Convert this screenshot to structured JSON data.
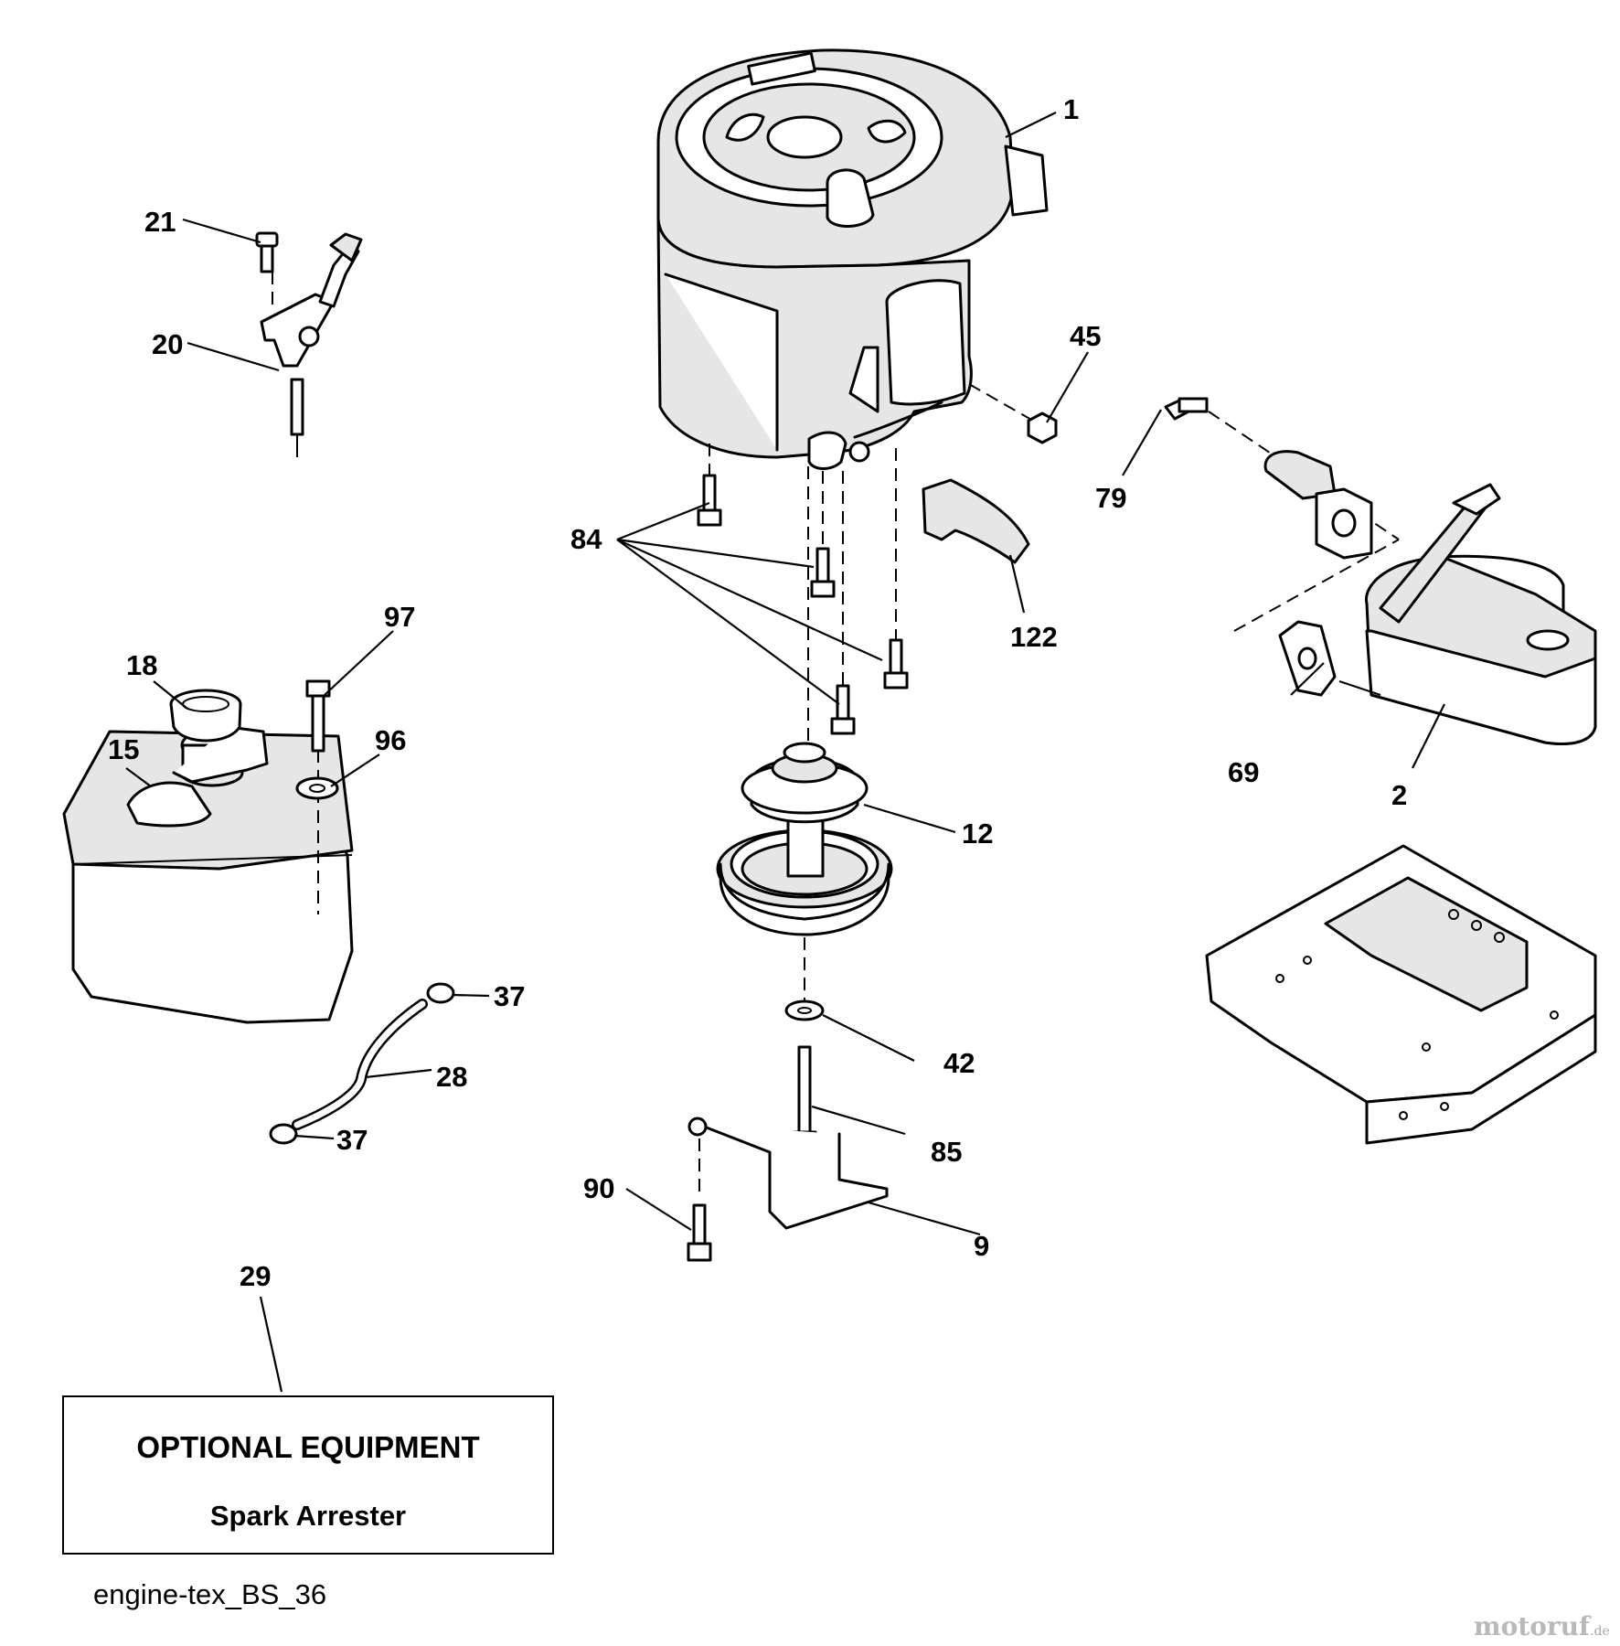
{
  "callouts": {
    "c1": "1",
    "c2": "2",
    "c9": "9",
    "c12": "12",
    "c15": "15",
    "c18": "18",
    "c20": "20",
    "c21": "21",
    "c28": "28",
    "c29": "29",
    "c37a": "37",
    "c37b": "37",
    "c42": "42",
    "c45": "45",
    "c69": "69",
    "c79": "79",
    "c84": "84",
    "c85": "85",
    "c90": "90",
    "c96": "96",
    "c97": "97",
    "c122": "122"
  },
  "note": {
    "title": "OPTIONAL EQUIPMENT",
    "item": "Spark Arrester"
  },
  "diagram_code": "engine-tex_BS_36",
  "watermark": {
    "brand": "motoruf",
    "suffix": ".de"
  }
}
